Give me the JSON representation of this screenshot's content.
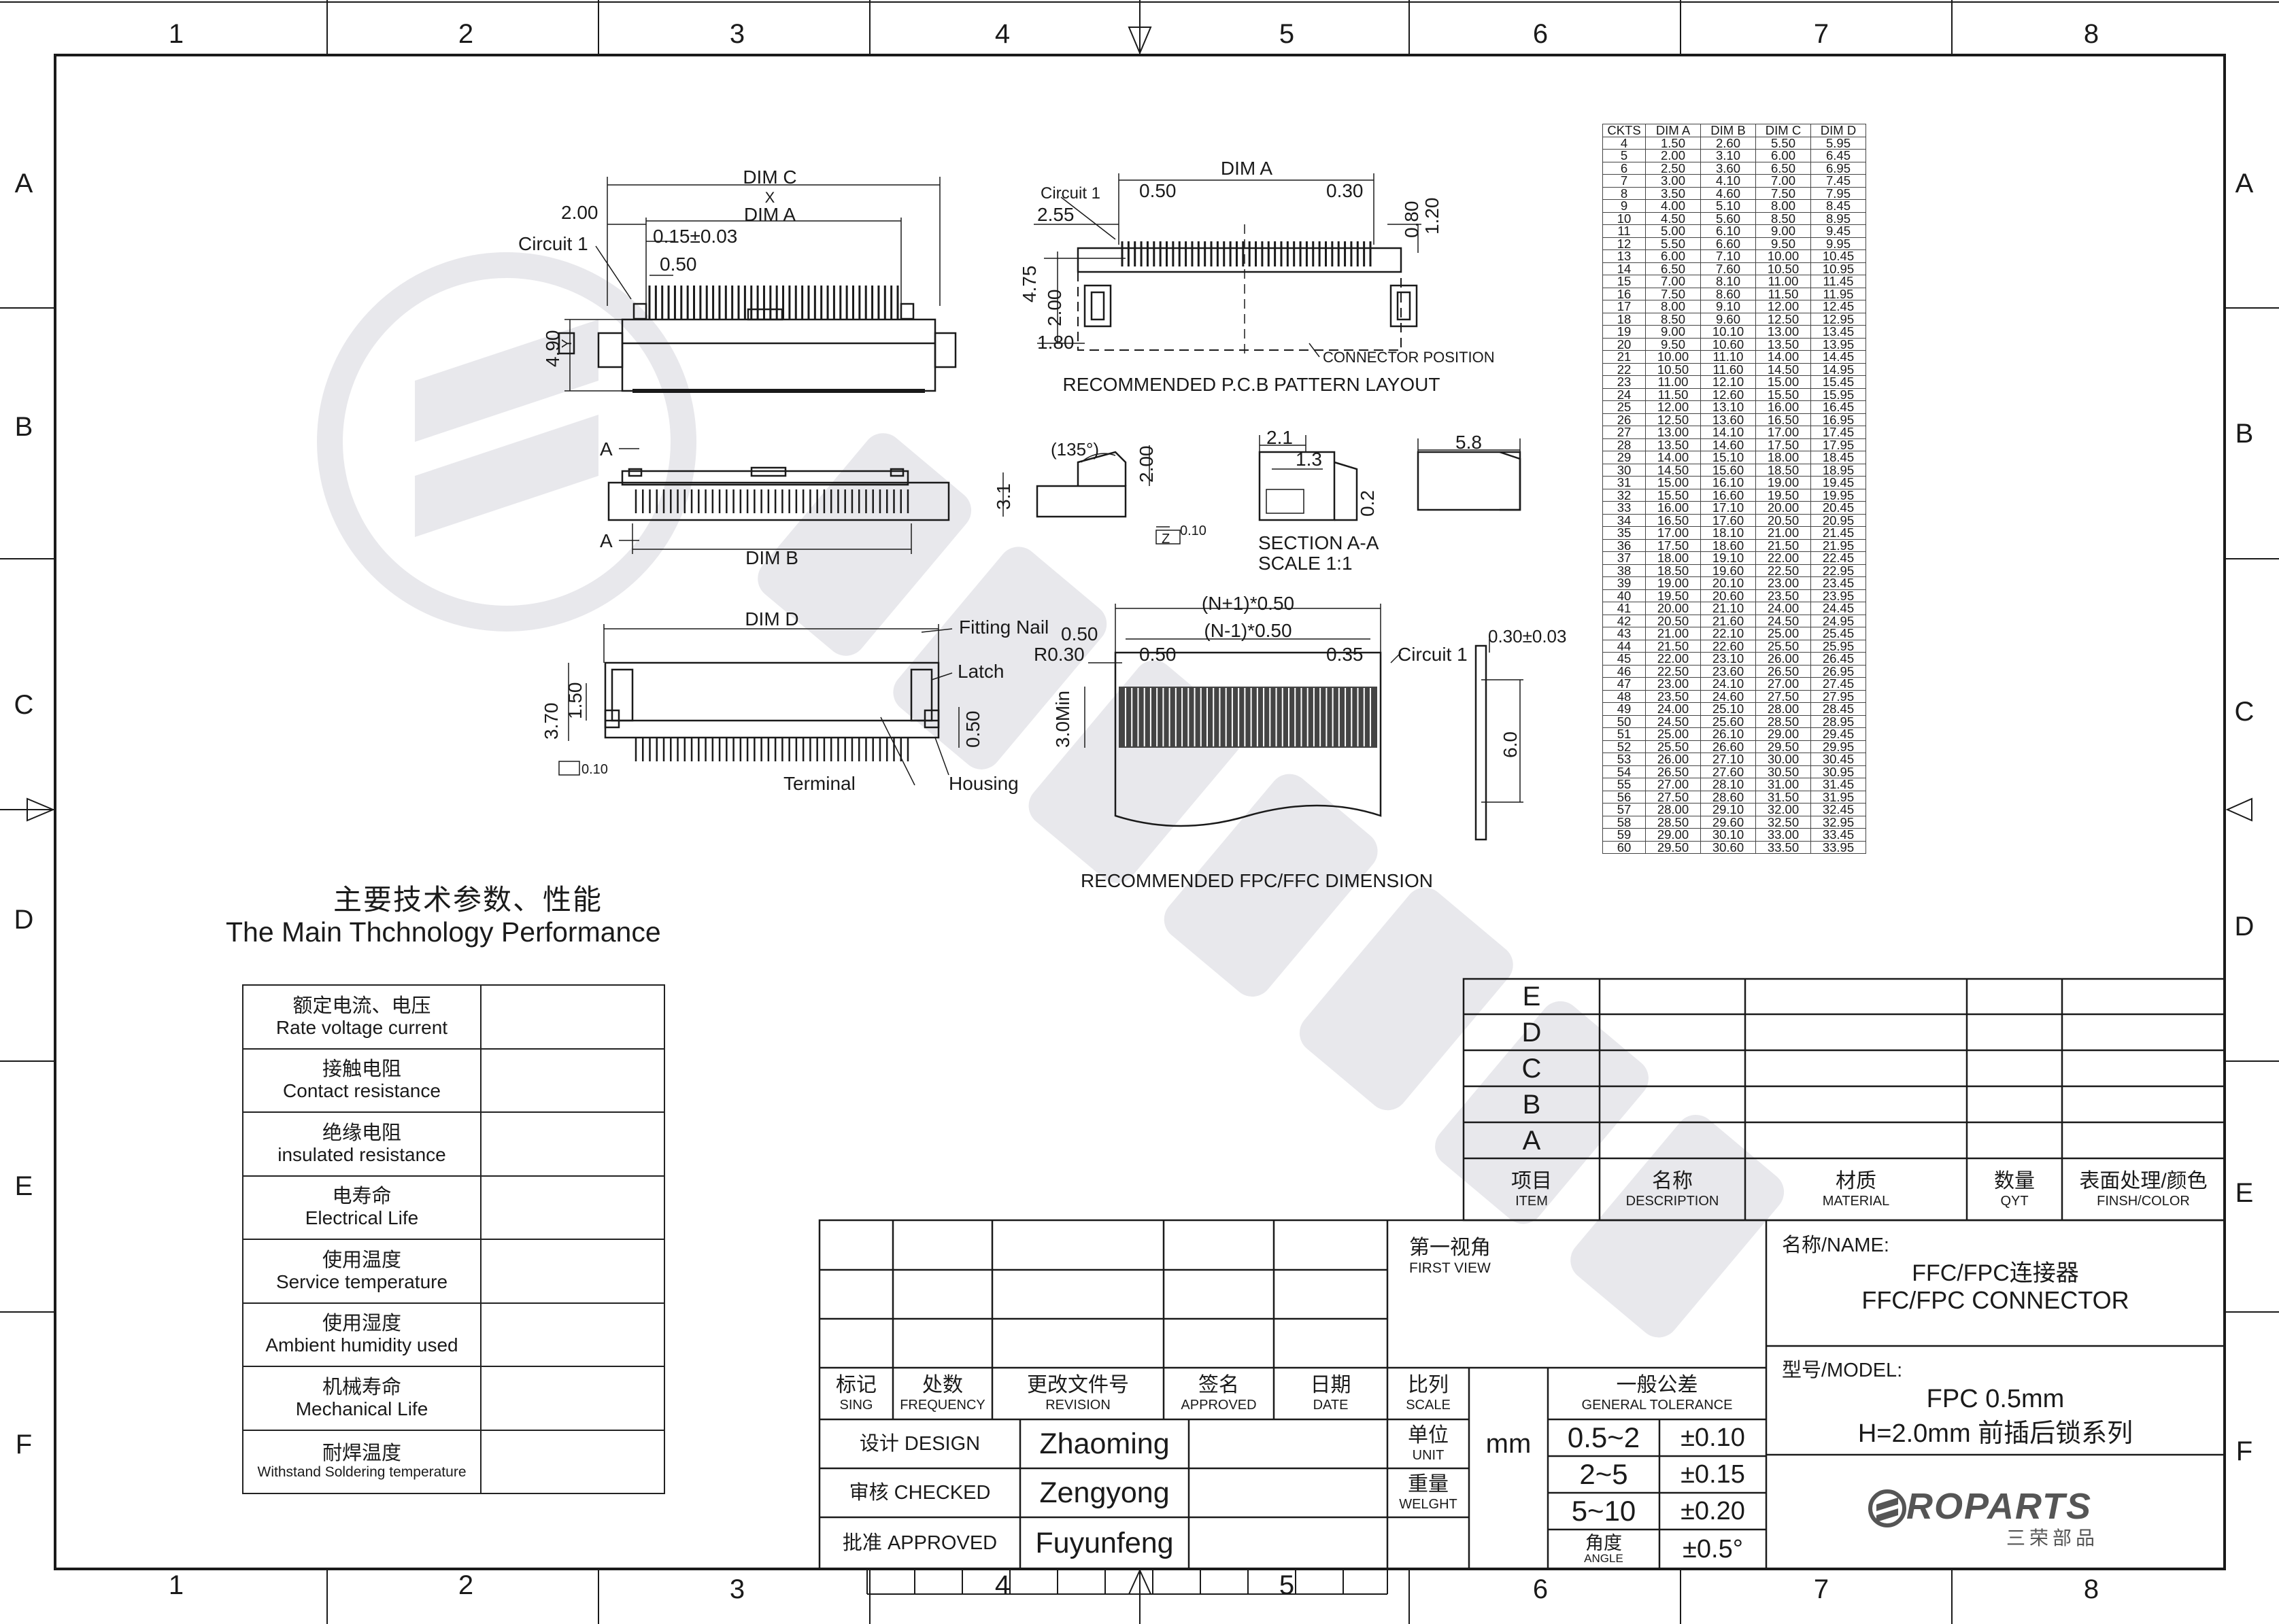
{
  "border": {
    "columns": [
      "1",
      "2",
      "3",
      "4",
      "5",
      "6",
      "7",
      "8"
    ],
    "rows": [
      "A",
      "B",
      "C",
      "D",
      "E",
      "F"
    ]
  },
  "drawing_labels": {
    "dim_c": "DIM C",
    "dim_a_top": "DIM A",
    "x_marker": "X",
    "d_2_00": "2.00",
    "circuit_1_a": "Circuit 1",
    "pitch_tol": "0.15±0.03",
    "d_0_50_a": "0.50",
    "d_4_90": "4.90",
    "y_marker": "Y",
    "pcb_dim_a": "DIM A",
    "circuit_1_b": "Circuit 1",
    "d_2_55": "2.55",
    "d_0_50_b": "0.50",
    "d_0_30_a": "0.30",
    "d_0_80": "0.80",
    "d_1_20": "1.20",
    "d_4_75": "4.75",
    "d_2_00_b": "2.00",
    "d_1_80": "1.80",
    "connector_position": "CONNECTOR POSITION",
    "pcb_title": "RECOMMENDED P.C.B PATTERN LAYOUT",
    "a_mark_1": "A",
    "a_mark_2": "A",
    "dim_b": "DIM B",
    "angle": "(135°)",
    "d_3_1": "3.1",
    "d_2_00_c": "2.00",
    "z_marker": "Z",
    "d_0_10_a": "0.10",
    "d_2_1": "2.1",
    "d_1_3": "1.3",
    "d_0_2": "0.2",
    "section": "SECTION A-A",
    "scale": "SCALE    1:1",
    "d_5_8": "5.8",
    "dim_d": "DIM D",
    "d_3_70": "3.70",
    "d_1_50": "1.50",
    "d_0_10_b": "0.10",
    "fitting_nail": "Fitting Nail",
    "latch": "Latch",
    "d_0_50_c": "0.50",
    "terminal": "Terminal",
    "housing": "Housing",
    "n_plus": "(N+1)*0.50",
    "n_minus": "(N-1)*0.50",
    "d_0_50_d": "0.50",
    "r_0_30": "R0.30",
    "d_0_50_e": "0.50",
    "d_0_35": "0.35",
    "circuit_1_c": "Circuit 1",
    "d_3_0min": "3.0Min",
    "d_0_30_tol": "0.30±0.03",
    "d_6_0": "6.0",
    "fpc_title": "RECOMMENDED FPC/FFC DIMENSION"
  },
  "ckts_table": {
    "headers": [
      "CKTS",
      "DIM A",
      "DIM B",
      "DIM C",
      "DIM D"
    ],
    "rows": [
      [
        "4",
        "1.50",
        "2.60",
        "5.50",
        "5.95"
      ],
      [
        "5",
        "2.00",
        "3.10",
        "6.00",
        "6.45"
      ],
      [
        "6",
        "2.50",
        "3.60",
        "6.50",
        "6.95"
      ],
      [
        "7",
        "3.00",
        "4.10",
        "7.00",
        "7.45"
      ],
      [
        "8",
        "3.50",
        "4.60",
        "7.50",
        "7.95"
      ],
      [
        "9",
        "4.00",
        "5.10",
        "8.00",
        "8.45"
      ],
      [
        "10",
        "4.50",
        "5.60",
        "8.50",
        "8.95"
      ],
      [
        "11",
        "5.00",
        "6.10",
        "9.00",
        "9.45"
      ],
      [
        "12",
        "5.50",
        "6.60",
        "9.50",
        "9.95"
      ],
      [
        "13",
        "6.00",
        "7.10",
        "10.00",
        "10.45"
      ],
      [
        "14",
        "6.50",
        "7.60",
        "10.50",
        "10.95"
      ],
      [
        "15",
        "7.00",
        "8.10",
        "11.00",
        "11.45"
      ],
      [
        "16",
        "7.50",
        "8.60",
        "11.50",
        "11.95"
      ],
      [
        "17",
        "8.00",
        "9.10",
        "12.00",
        "12.45"
      ],
      [
        "18",
        "8.50",
        "9.60",
        "12.50",
        "12.95"
      ],
      [
        "19",
        "9.00",
        "10.10",
        "13.00",
        "13.45"
      ],
      [
        "20",
        "9.50",
        "10.60",
        "13.50",
        "13.95"
      ],
      [
        "21",
        "10.00",
        "11.10",
        "14.00",
        "14.45"
      ],
      [
        "22",
        "10.50",
        "11.60",
        "14.50",
        "14.95"
      ],
      [
        "23",
        "11.00",
        "12.10",
        "15.00",
        "15.45"
      ],
      [
        "24",
        "11.50",
        "12.60",
        "15.50",
        "15.95"
      ],
      [
        "25",
        "12.00",
        "13.10",
        "16.00",
        "16.45"
      ],
      [
        "26",
        "12.50",
        "13.60",
        "16.50",
        "16.95"
      ],
      [
        "27",
        "13.00",
        "14.10",
        "17.00",
        "17.45"
      ],
      [
        "28",
        "13.50",
        "14.60",
        "17.50",
        "17.95"
      ],
      [
        "29",
        "14.00",
        "15.10",
        "18.00",
        "18.45"
      ],
      [
        "30",
        "14.50",
        "15.60",
        "18.50",
        "18.95"
      ],
      [
        "31",
        "15.00",
        "16.10",
        "19.00",
        "19.45"
      ],
      [
        "32",
        "15.50",
        "16.60",
        "19.50",
        "19.95"
      ],
      [
        "33",
        "16.00",
        "17.10",
        "20.00",
        "20.45"
      ],
      [
        "34",
        "16.50",
        "17.60",
        "20.50",
        "20.95"
      ],
      [
        "35",
        "17.00",
        "18.10",
        "21.00",
        "21.45"
      ],
      [
        "36",
        "17.50",
        "18.60",
        "21.50",
        "21.95"
      ],
      [
        "37",
        "18.00",
        "19.10",
        "22.00",
        "22.45"
      ],
      [
        "38",
        "18.50",
        "19.60",
        "22.50",
        "22.95"
      ],
      [
        "39",
        "19.00",
        "20.10",
        "23.00",
        "23.45"
      ],
      [
        "40",
        "19.50",
        "20.60",
        "23.50",
        "23.95"
      ],
      [
        "41",
        "20.00",
        "21.10",
        "24.00",
        "24.45"
      ],
      [
        "42",
        "20.50",
        "21.60",
        "24.50",
        "24.95"
      ],
      [
        "43",
        "21.00",
        "22.10",
        "25.00",
        "25.45"
      ],
      [
        "44",
        "21.50",
        "22.60",
        "25.50",
        "25.95"
      ],
      [
        "45",
        "22.00",
        "23.10",
        "26.00",
        "26.45"
      ],
      [
        "46",
        "22.50",
        "23.60",
        "26.50",
        "26.95"
      ],
      [
        "47",
        "23.00",
        "24.10",
        "27.00",
        "27.45"
      ],
      [
        "48",
        "23.50",
        "24.60",
        "27.50",
        "27.95"
      ],
      [
        "49",
        "24.00",
        "25.10",
        "28.00",
        "28.45"
      ],
      [
        "50",
        "24.50",
        "25.60",
        "28.50",
        "28.95"
      ],
      [
        "51",
        "25.00",
        "26.10",
        "29.00",
        "29.45"
      ],
      [
        "52",
        "25.50",
        "26.60",
        "29.50",
        "29.95"
      ],
      [
        "53",
        "26.00",
        "27.10",
        "30.00",
        "30.45"
      ],
      [
        "54",
        "26.50",
        "27.60",
        "30.50",
        "30.95"
      ],
      [
        "55",
        "27.00",
        "28.10",
        "31.00",
        "31.45"
      ],
      [
        "56",
        "27.50",
        "28.60",
        "31.50",
        "31.95"
      ],
      [
        "57",
        "28.00",
        "29.10",
        "32.00",
        "32.45"
      ],
      [
        "58",
        "28.50",
        "29.60",
        "32.50",
        "32.95"
      ],
      [
        "59",
        "29.00",
        "30.10",
        "33.00",
        "33.45"
      ],
      [
        "60",
        "29.50",
        "30.60",
        "33.50",
        "33.95"
      ]
    ]
  },
  "performance": {
    "title_zh": "主要技术参数、性能",
    "title_en": "The Main Thchnology Performance",
    "rows": [
      {
        "zh": "额定电流、电压",
        "en": "Rate voltage current",
        "value": ""
      },
      {
        "zh": "接触电阻",
        "en": "Contact resistance",
        "value": ""
      },
      {
        "zh": "绝缘电阻",
        "en": "insulated resistance",
        "value": ""
      },
      {
        "zh": "电寿命",
        "en": "Electrical Life",
        "value": ""
      },
      {
        "zh": "使用温度",
        "en": "Service temperature",
        "value": ""
      },
      {
        "zh": "使用湿度",
        "en": "Ambient humidity used",
        "value": ""
      },
      {
        "zh": "机械寿命",
        "en": "Mechanical Life",
        "value": ""
      },
      {
        "zh": "耐焊温度",
        "en": "Withstand Soldering temperature",
        "value": ""
      }
    ]
  },
  "bom": {
    "rev_rows": [
      "E",
      "D",
      "C",
      "B",
      "A"
    ],
    "headers": [
      {
        "zh": "项目",
        "en": "ITEM"
      },
      {
        "zh": "名称",
        "en": "DESCRIPTION"
      },
      {
        "zh": "材质",
        "en": "MATERIAL"
      },
      {
        "zh": "数量",
        "en": "QYT"
      },
      {
        "zh": "表面处理/颜色",
        "en": "FINSH/COLOR"
      }
    ]
  },
  "title_block": {
    "rev_headers": [
      {
        "zh": "标记",
        "en": "SING"
      },
      {
        "zh": "处数",
        "en": "FREQUENCY"
      },
      {
        "zh": "更改文件号",
        "en": "REVISION"
      },
      {
        "zh": "签名",
        "en": "APPROVED"
      },
      {
        "zh": "日期",
        "en": "DATE"
      }
    ],
    "design_label": "设计 DESIGN",
    "design_name": "Zhaoming",
    "checked_label": "审核 CHECKED",
    "checked_name": "Zengyong",
    "approved_label": "批准 APPROVED",
    "approved_name": "Fuyunfeng",
    "first_view_zh": "第一视角",
    "first_view_en": "FIRST VIEW",
    "scale_zh": "比列",
    "scale_en": "SCALE",
    "unit_zh": "单位",
    "unit_en": "UNIT",
    "unit_value": "mm",
    "weight_zh": "重量",
    "weight_en": "WELGHT",
    "tol_zh": "一般公差",
    "tol_en": "GENERAL TOLERANCE",
    "tolerances": [
      {
        "range": "0.5~2",
        "tol": "±0.10"
      },
      {
        "range": "2~5",
        "tol": "±0.15"
      },
      {
        "range": "5~10",
        "tol": "±0.20"
      }
    ],
    "angle_zh": "角度",
    "angle_en": "ANGLE",
    "angle_tol": "±0.5°",
    "name_label": "名称/NAME:",
    "name_zh": "FFC/FPC连接器",
    "name_en": "FFC/FPC CONNECTOR",
    "model_label": "型号/MODEL:",
    "model_line1": "FPC 0.5mm",
    "model_line2": "H=2.0mm 前插后锁系列",
    "logo_text": "ROPARTS",
    "logo_sub": "三荣部品"
  },
  "colors": {
    "line": "#1a1a1a",
    "watermark": "#e6e6e9"
  }
}
